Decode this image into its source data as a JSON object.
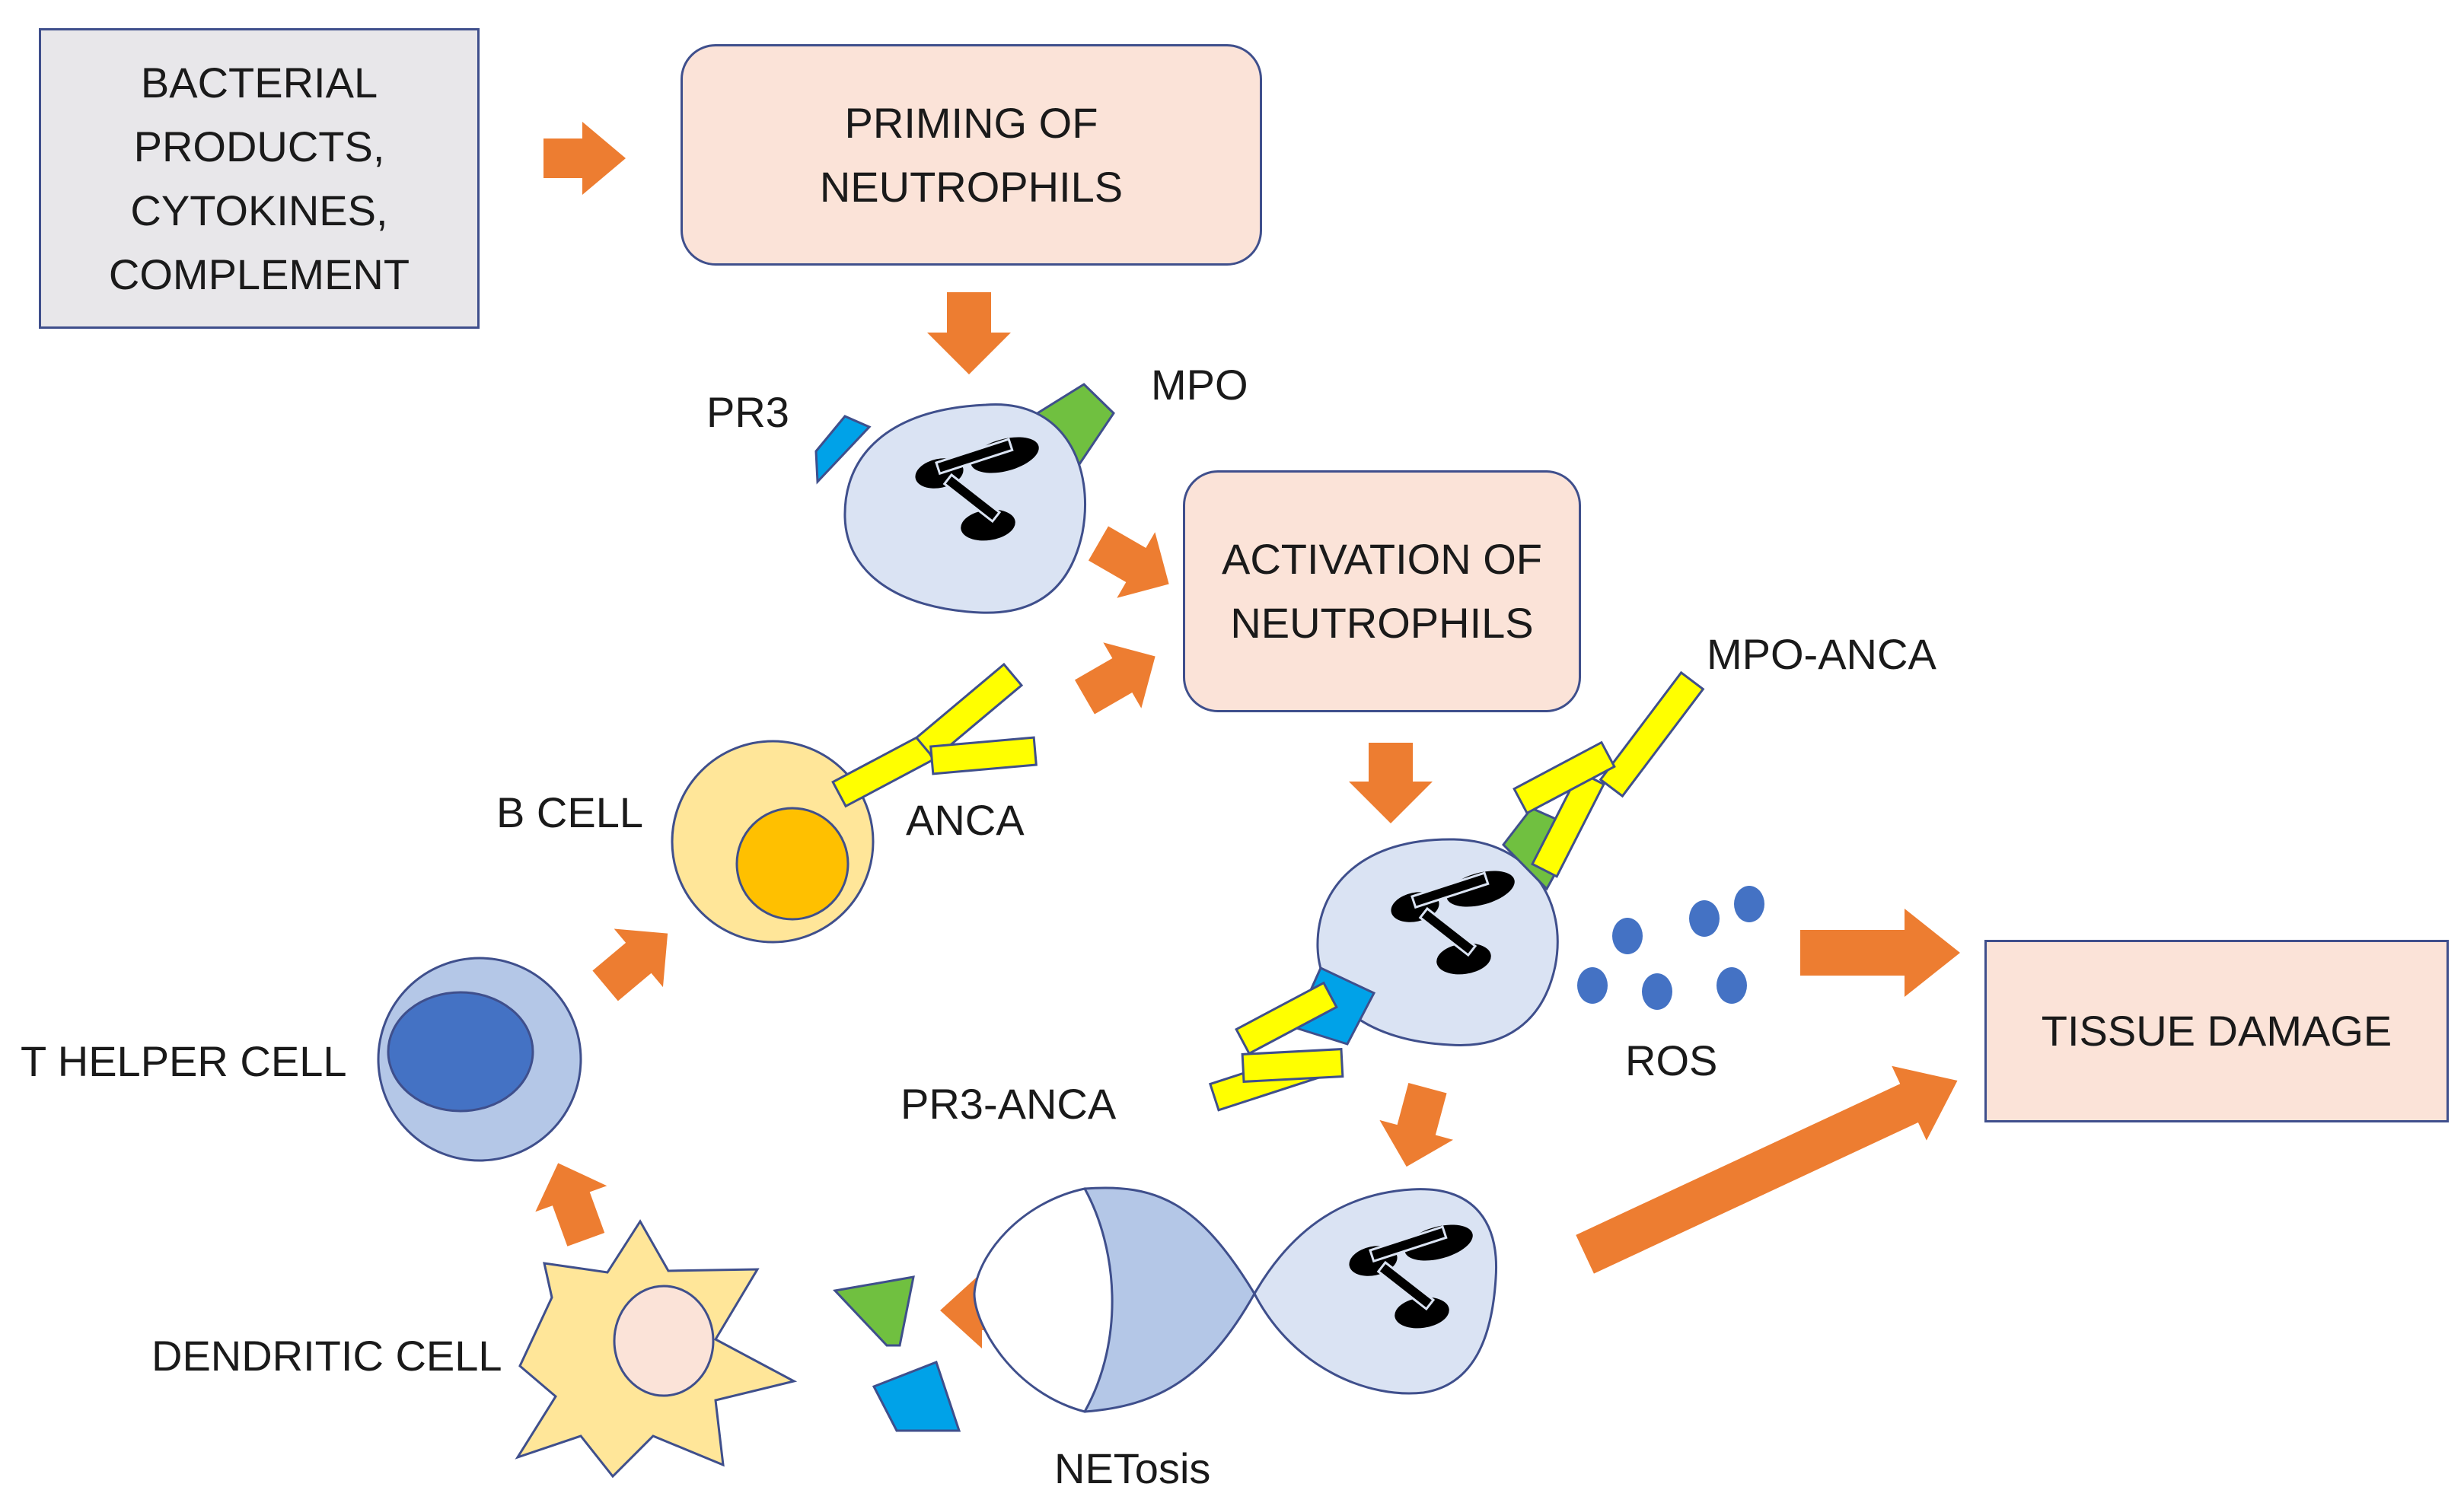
{
  "colors": {
    "arrow": "#ed7d31",
    "cell_fill": "#dae3f3",
    "cell_stroke": "#3f4f8c",
    "pr3": "#00a2e8",
    "mpo": "#70c040",
    "anca": "#ffff00",
    "b_cell_outer": "#ffe699",
    "b_cell_inner": "#ffc000",
    "t_cell_outer": "#b4c7e7",
    "t_cell_inner": "#4472c4",
    "ros": "#4472c4",
    "dendritic": "#ffe699",
    "dendritic_nucleus": "#fbe3d8"
  },
  "boxes": {
    "bacterial": [
      "BACTERIAL",
      "PRODUCTS,",
      "CYTOKINES,",
      "COMPLEMENT"
    ],
    "priming": [
      "PRIMING OF",
      "NEUTROPHILS"
    ],
    "activation": [
      "ACTIVATION OF",
      "NEUTROPHILS"
    ],
    "tissue": [
      "TISSUE DAMAGE"
    ]
  },
  "labels": {
    "pr3": "PR3",
    "mpo": "MPO",
    "mpo_anca": "MPO-ANCA",
    "anca": "ANCA",
    "b_cell": "B CELL",
    "t_helper": "T HELPER CELL",
    "pr3_anca": "PR3-ANCA",
    "ros": "ROS",
    "dendritic": "DENDRITIC CELL",
    "netosis": "NETosis"
  },
  "icons": [
    "neutrophil-cell-icon",
    "b-cell-icon",
    "t-helper-cell-icon",
    "dendritic-cell-icon",
    "antibody-icon",
    "ros-dot-icon",
    "flow-arrow-icon"
  ]
}
